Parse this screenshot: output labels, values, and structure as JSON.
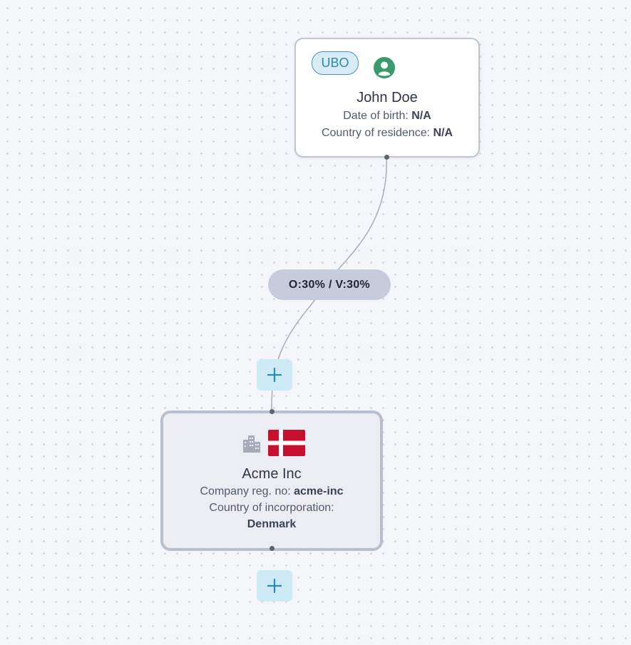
{
  "person_node": {
    "badge": "UBO",
    "name": "John Doe",
    "dob_label": "Date of birth: ",
    "dob_value": "N/A",
    "residence_label": "Country of residence: ",
    "residence_value": "N/A",
    "icon": "person-circle-icon",
    "icon_color": "#3a9a6a"
  },
  "edge": {
    "label": "O:30% / V:30%"
  },
  "company_node": {
    "name": "Acme Inc",
    "reg_label": "Company reg. no: ",
    "reg_value": "acme-inc",
    "incorporation_label": "Country of incorporation:",
    "incorporation_value": "Denmark",
    "icon": "building-icon",
    "flag": "denmark-flag-icon",
    "flag_color": "#c8102e"
  },
  "add_buttons": [
    {
      "icon": "plus-icon",
      "color": "#2c8bb0"
    },
    {
      "icon": "plus-icon",
      "color": "#2c8bb0"
    }
  ]
}
